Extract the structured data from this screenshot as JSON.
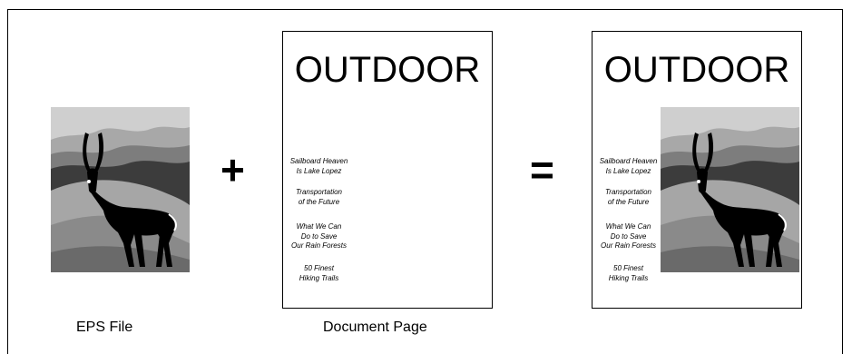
{
  "figure": {
    "plus_symbol": "+",
    "equals_symbol": "=",
    "eps_caption": "EPS File",
    "page_caption": "Document Page",
    "document": {
      "title": "OUTDOOR",
      "articles": [
        "Sailboard Heaven\nIs Lake Lopez",
        "Transportation\nof the Future",
        "What We Can\nDo to Save\nOur Rain Forests",
        "50 Finest\nHiking Trails"
      ]
    },
    "eps_image": "gazelle-landscape-illustration"
  }
}
